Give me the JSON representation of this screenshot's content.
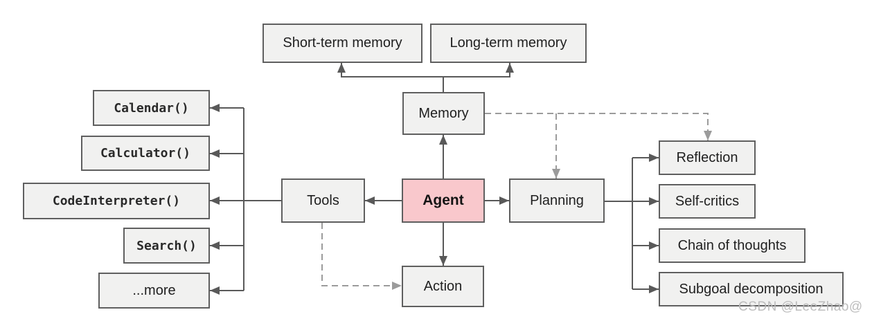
{
  "diagram": {
    "title": "Agent system overview diagram",
    "nodes": {
      "short_term_memory": {
        "label": "Short-term memory"
      },
      "long_term_memory": {
        "label": "Long-term memory"
      },
      "memory": {
        "label": "Memory"
      },
      "agent": {
        "label": "Agent"
      },
      "tools": {
        "label": "Tools"
      },
      "planning": {
        "label": "Planning"
      },
      "action": {
        "label": "Action"
      },
      "calendar": {
        "label": "Calendar()"
      },
      "calculator": {
        "label": "Calculator()"
      },
      "code_interpreter": {
        "label": "CodeInterpreter()"
      },
      "search": {
        "label": "Search()"
      },
      "more": {
        "label": "...more"
      },
      "reflection": {
        "label": "Reflection"
      },
      "self_critics": {
        "label": "Self-critics"
      },
      "chain_of_thoughts": {
        "label": "Chain of thoughts"
      },
      "subgoal_decomposition": {
        "label": "Subgoal decomposition"
      }
    },
    "colors": {
      "node_fill": "#f1f1f0",
      "node_border": "#5f5f5f",
      "agent_fill": "#f9c8cc",
      "solid_edge": "#595959",
      "dashed_edge": "#9b9b9b",
      "text": "#1f1f1f",
      "watermark_text_color": "#b9b9b9"
    },
    "watermark": "CSDN @LeeZhao@"
  }
}
